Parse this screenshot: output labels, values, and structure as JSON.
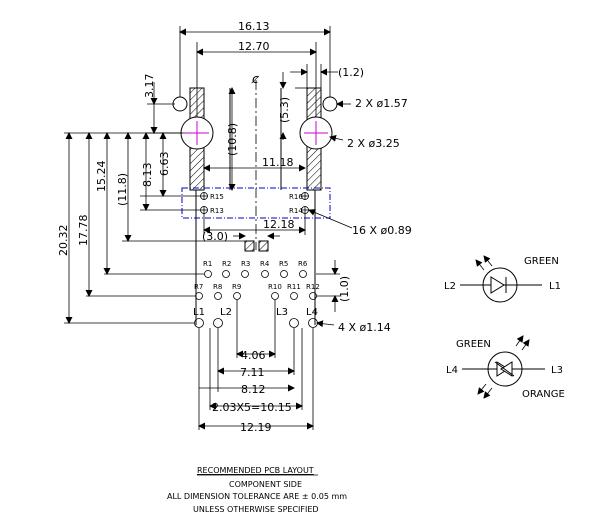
{
  "dimensions": {
    "d1613": "16.13",
    "d1270": "12.70",
    "d12": "(1.2)",
    "d317": "3.17",
    "d53": "(5.3)",
    "d108": "(10.8)",
    "d1118": "11.18",
    "d663": "6.63",
    "d813": "8.13",
    "d118": "(11.8)",
    "d1524": "15.24",
    "d1778": "17.78",
    "d2032": "20.32",
    "d1218": "12.18",
    "d30": "(3.0)",
    "d10": "(1.0)",
    "d406": "4.06",
    "d711": "7.11",
    "d812": "8.12",
    "d203x5": "2.03X5=10.15",
    "d1219": "12.19"
  },
  "holes": {
    "h157": "2 X ø1.57",
    "h325": "2 X ø3.25",
    "h089": "16 X ø0.89",
    "h114": "4 X ø1.14"
  },
  "pins": {
    "r15": "R15",
    "r13": "R13",
    "r16": "R16",
    "r14": "R14",
    "r1": "R1",
    "r2": "R2",
    "r3": "R3",
    "r4": "R4",
    "r5": "R5",
    "r6": "R6",
    "r7": "R7",
    "r8": "R8",
    "r9": "R9",
    "r10": "R10",
    "r11": "R11",
    "r12": "R12",
    "l1": "L1",
    "l2": "L2",
    "l3": "L3",
    "l4": "L4"
  },
  "center_mark": "ȼ",
  "led_top": {
    "color": "GREEN",
    "left": "L2",
    "right": "L1"
  },
  "led_bottom": {
    "color_top": "GREEN",
    "color_bottom": "ORANGE",
    "left": "L4",
    "right": "L3"
  },
  "notes": {
    "title": "RECOMMENDED PCB LAYOUT",
    "line1": "COMPONENT SIDE",
    "line2": "ALL DIMENSION TOLERANCE ARE ± 0.05 mm",
    "line3": "UNLESS OTHERWISE SPECIFIED"
  }
}
